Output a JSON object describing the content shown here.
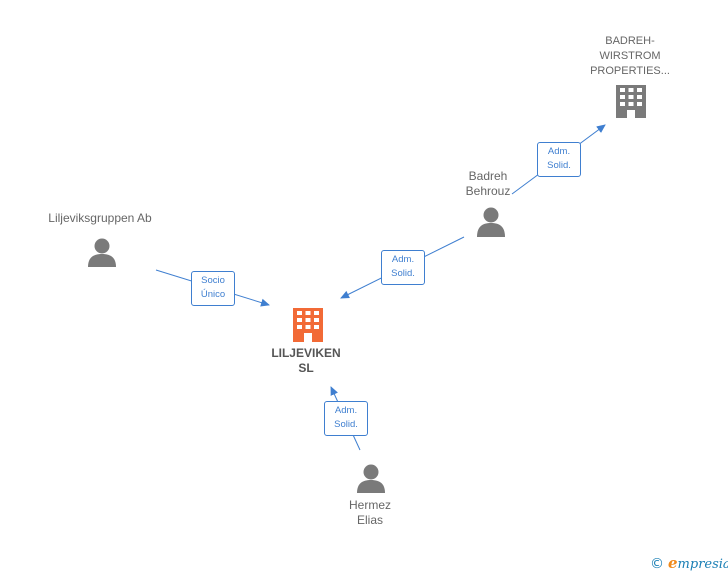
{
  "nodes": {
    "badreh_wirstrom": {
      "line1": "BADREH-",
      "line2": "WIRSTROM",
      "line3": "PROPERTIES..."
    },
    "badreh_behrouz": {
      "line1": "Badreh",
      "line2": "Behrouz"
    },
    "liljeviksgruppen": {
      "line1": "Liljeviksgruppen Ab"
    },
    "liljeviken": {
      "line1": "LILJEVIKEN",
      "line2": "SL"
    },
    "hermez_elias": {
      "line1": "Hermez",
      "line2": "Elias"
    }
  },
  "relations": {
    "behrouz_to_wirstrom": {
      "line1": "Adm.",
      "line2": "Solid."
    },
    "behrouz_to_liljeviken": {
      "line1": "Adm.",
      "line2": "Solid."
    },
    "liljeviksgruppen_to_liljeviken": {
      "line1": "Socio",
      "line2": "Único"
    },
    "hermez_to_liljeviken": {
      "line1": "Adm.",
      "line2": "Solid."
    }
  },
  "colors": {
    "edge": "#3f7fd0",
    "person": "#7a7a7a",
    "company_gray": "#7a7a7a",
    "company_main": "#f26a36"
  },
  "footer": {
    "copyright": "©",
    "brand_initial": "e",
    "brand_rest": "mpresia"
  }
}
